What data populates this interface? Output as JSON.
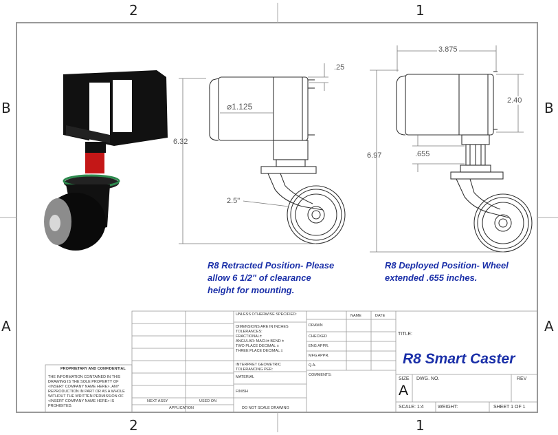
{
  "zones": {
    "top": [
      "2",
      "1"
    ],
    "bottom": [
      "2",
      "1"
    ],
    "left": [
      "B",
      "A"
    ],
    "right": [
      "B",
      "A"
    ]
  },
  "dimensions": {
    "retracted_height": "6.32",
    "top_gap": ".25",
    "tube_dia": "⌀1.125",
    "wheel_dia": "2.5\"",
    "deployed_height": "6.97",
    "width": "3.875",
    "bracket_height": "2.40",
    "extension": ".655"
  },
  "notes": {
    "retracted": [
      "R8 Retracted Position- Please",
      "allow 6 1/2\" of clearance",
      "height for mounting."
    ],
    "deployed": [
      "R8 Deployed Position- Wheel",
      "extended .655 inches."
    ]
  },
  "title_block": {
    "unless": "UNLESS OTHERWISE SPECIFIED:",
    "name": "NAME",
    "date": "DATE",
    "drawn": "DRAWN",
    "checked": "CHECKED",
    "eng_appr": "ENG APPR.",
    "mfg_appr": "MFG APPR.",
    "qa": "Q.A.",
    "comments": "COMMENTS:",
    "tolerances": [
      "DIMENSIONS ARE IN INCHES",
      "TOLERANCES:",
      "FRACTIONAL±",
      "ANGULAR: MACH±   BEND ±",
      "TWO PLACE DECIMAL   ±",
      "THREE PLACE DECIMAL  ±"
    ],
    "interpret": [
      "INTERPRET GEOMETRIC",
      "TOLERANCING PER:"
    ],
    "material": "MATERIAL",
    "finish": "FINISH",
    "no_scale": "DO NOT SCALE DRAWING",
    "next_assy": "NEXT ASSY",
    "used_on": "USED ON",
    "application": "APPLICATION",
    "proprietary_head": "PROPRIETARY AND CONFIDENTIAL",
    "proprietary_body": [
      "THE INFORMATION CONTAINED IN THIS",
      "DRAWING IS THE SOLE PROPERTY OF",
      "<INSERT COMPANY NAME HERE>.  ANY",
      "REPRODUCTION IN PART OR AS A WHOLE",
      "WITHOUT THE WRITTEN PERMISSION OF",
      "<INSERT COMPANY NAME HERE> IS",
      "PROHIBITED."
    ],
    "title_label": "TITLE:",
    "title": "R8 Smart Caster",
    "size_label": "SIZE",
    "size": "A",
    "dwg_no": "DWG.  NO.",
    "rev": "REV",
    "scale": "SCALE: 1:4",
    "weight": "WEIGHT:",
    "sheet": "SHEET 1 OF 1"
  }
}
